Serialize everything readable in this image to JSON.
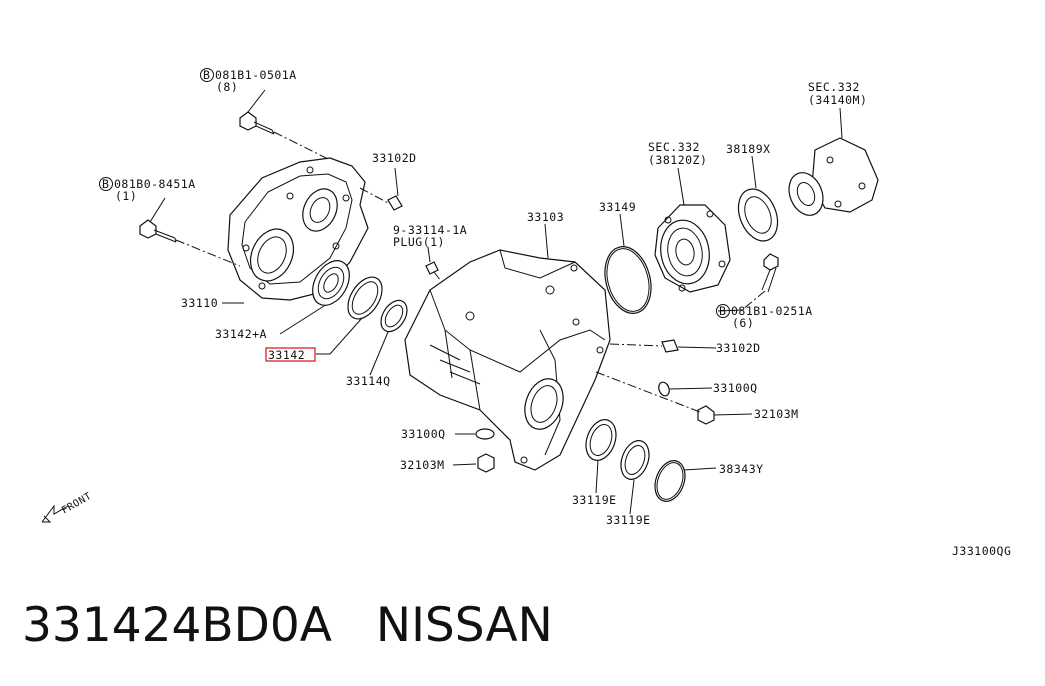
{
  "callouts": {
    "bolt_top": "081B1-0501A",
    "bolt_top_qty": "(8)",
    "bolt_left": "081B0-8451A",
    "bolt_left_qty": "(1)",
    "bolt_right": "081B1-0251A",
    "bolt_right_qty": "(6)",
    "bolt_symbol": "B",
    "dowel_top": "33102D",
    "dowel_right": "33102D",
    "plug": "9-33114-1A",
    "plug_word": "PLUG(1)",
    "case": "33103",
    "oring_big": "33149",
    "sec_flange": "SEC.332",
    "sec_flange_ref": "(38120Z)",
    "seal_flange": "38189X",
    "sec_yoke": "SEC.332",
    "sec_yoke_ref": "(34140M)",
    "cover": "33110",
    "seal_a": "33142+A",
    "highlighted": "33142",
    "seal_q": "33114Q",
    "washer_left": "33100Q",
    "plug_left": "32103M",
    "washer_right": "33100Q",
    "plug_right": "32103M",
    "ring_e1": "33119E",
    "ring_e2": "33119E",
    "oring_y": "38343Y",
    "front": "FRONT",
    "diagram_id": "J33100QG"
  },
  "caption": {
    "part_number": "331424BD0A",
    "brand": "NISSAN"
  },
  "colors": {
    "highlight": "#e02020",
    "line": "#111111"
  }
}
